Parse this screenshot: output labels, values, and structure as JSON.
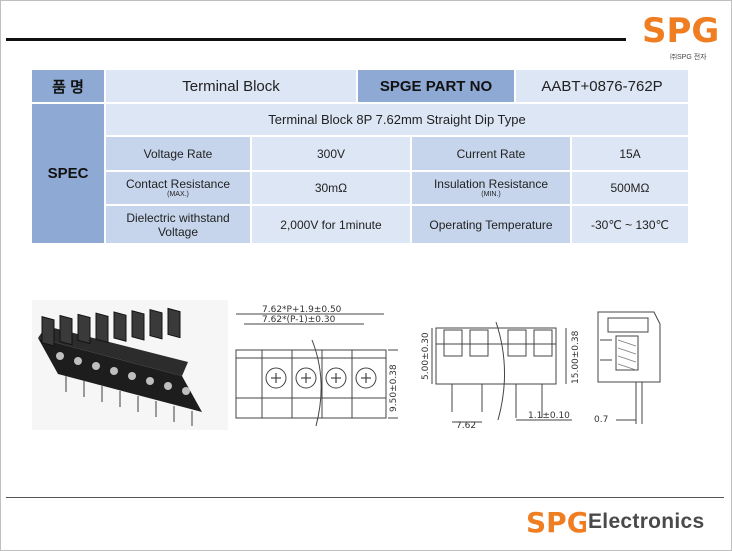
{
  "brand": {
    "logo_text": "SPG",
    "top_sub": "㈜SPG 전자",
    "bottom_word": "Electronics",
    "accent": "#ef7d22"
  },
  "header": {
    "name_label": "품  명",
    "name_value": "Terminal Block",
    "part_label": "SPGE PART NO",
    "part_value": "AABT+0876-762P"
  },
  "spec": {
    "side_label": "SPEC",
    "description": "Terminal Block 8P 7.62mm Straight Dip Type",
    "rows": [
      {
        "k1": "Voltage Rate",
        "k1_sub": "",
        "v1": "300V",
        "k2": "Current Rate",
        "k2_sub": "",
        "v2": "15A"
      },
      {
        "k1": "Contact Resistance",
        "k1_sub": "(MAX.)",
        "v1": "30mΩ",
        "k2": "Insulation Resistance",
        "k2_sub": "(MIN.)",
        "v2": "500MΩ"
      },
      {
        "k1": "Dielectric withstand Voltage",
        "k1_sub": "",
        "v1": "2,000V for 1minute",
        "k2": "Operating Temperature",
        "k2_sub": "",
        "v2": "-30℃ ~ 130℃"
      }
    ]
  },
  "drawings": {
    "front_dim_top": "7.62*P+1.9±0.50",
    "front_dim_pitch": "7.62*(P-1)±0.30",
    "front_dim_height": "9.50±0.38",
    "side_dim_a": "5.00±0.30",
    "side_dim_b": "15.00±0.38",
    "side_dim_pitch": "7.62",
    "side_dim_pin": "1.1±0.10",
    "end_dim": "0.7"
  }
}
